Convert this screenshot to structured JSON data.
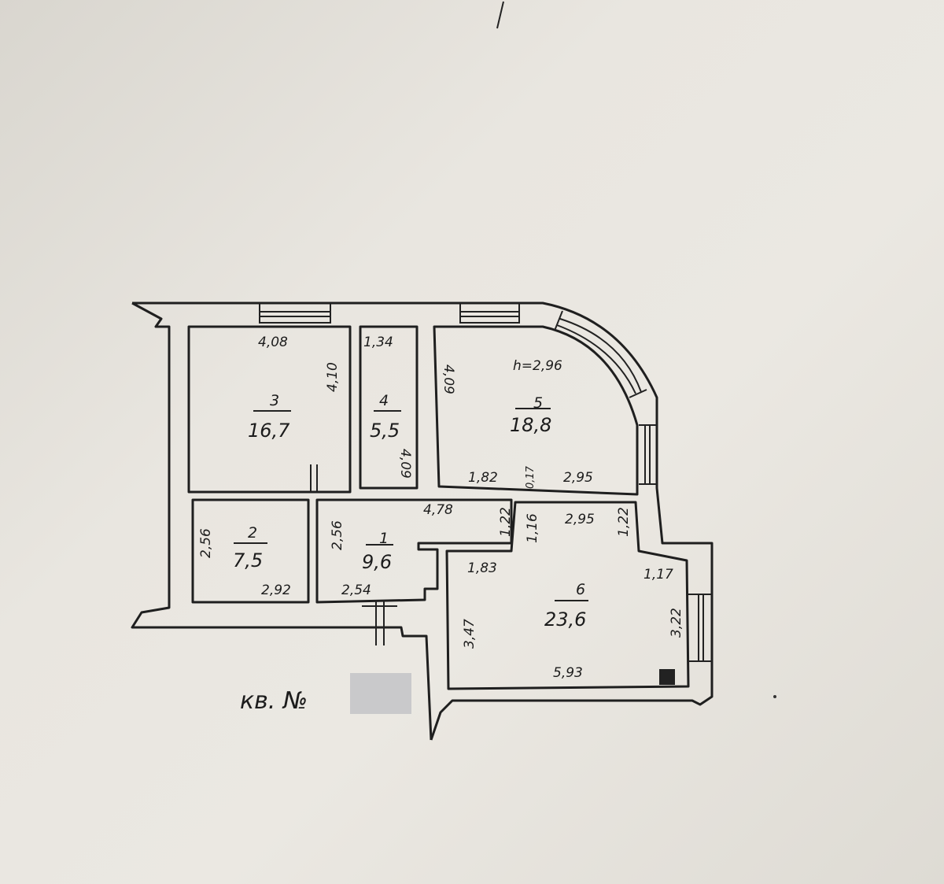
{
  "plan": {
    "ceiling_height": "h=2,96",
    "apartment_label": "кв. №",
    "rooms": [
      {
        "number": "1",
        "area": "9,6",
        "dims": [
          "4,78",
          "2,56",
          "2,54"
        ]
      },
      {
        "number": "2",
        "area": "7,5",
        "dims": [
          "2,56",
          "2,92"
        ]
      },
      {
        "number": "3",
        "area": "16,7",
        "dims": [
          "4,08",
          "4,10"
        ]
      },
      {
        "number": "4",
        "area": "5,5",
        "dims": [
          "1,34",
          "4,09"
        ]
      },
      {
        "number": "5",
        "area": "18,8",
        "dims": [
          "4,09",
          "1,82",
          "0,17",
          "2,95"
        ]
      },
      {
        "number": "6",
        "area": "23,6",
        "dims": [
          "1,22",
          "1,16",
          "2,95",
          "1,22",
          "1,83",
          "1,17",
          "3,47",
          "3,22",
          "5,93"
        ]
      }
    ]
  },
  "colors": {
    "paper": "#e8e5df",
    "ink": "#1f1f1f",
    "redaction": "#c9c9cb"
  }
}
